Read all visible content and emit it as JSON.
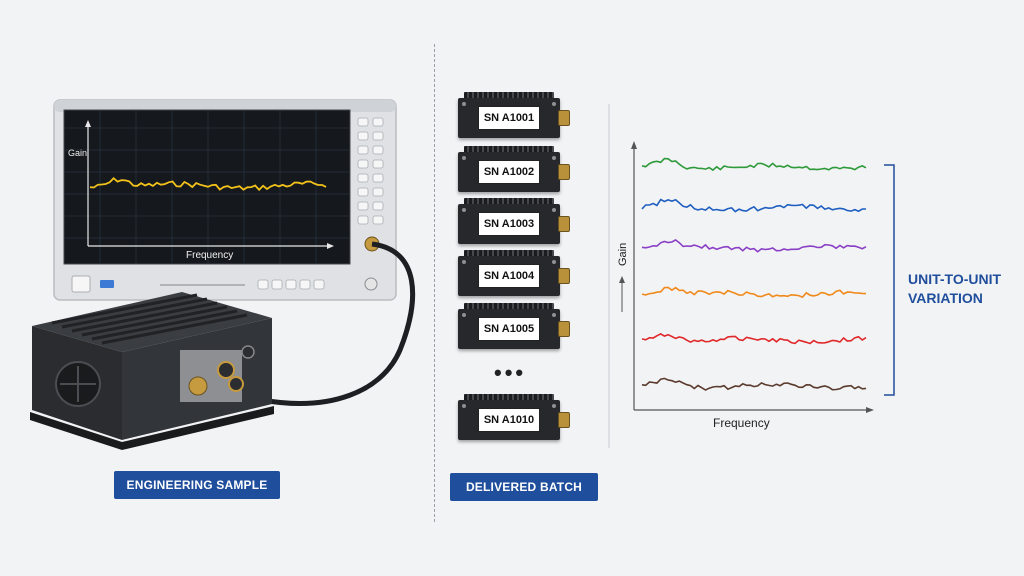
{
  "left_panel": {
    "badge": "ENGINEERING SAMPLE",
    "scope": {
      "y_axis_label": "Gain",
      "x_axis_label": "Frequency",
      "trace_color": "#f2c21a"
    }
  },
  "middle_panel": {
    "badge": "DELIVERED BATCH",
    "units": [
      "SN A1001",
      "SN A1002",
      "SN A1003",
      "SN A1004",
      "SN A1005",
      "SN A1010"
    ],
    "ellipsis": "•••"
  },
  "right_panel": {
    "y_axis_label": "Gain",
    "x_axis_label": "Frequency",
    "variation_label_line1": "UNIT-TO-UNIT",
    "variation_label_line2": "VARIATION",
    "accent_color": "#1f4e9c",
    "trace_colors": [
      "#2e9a3a",
      "#1f5fc0",
      "#8a3fc6",
      "#f08a1c",
      "#e0282a",
      "#5a3a2c"
    ]
  }
}
